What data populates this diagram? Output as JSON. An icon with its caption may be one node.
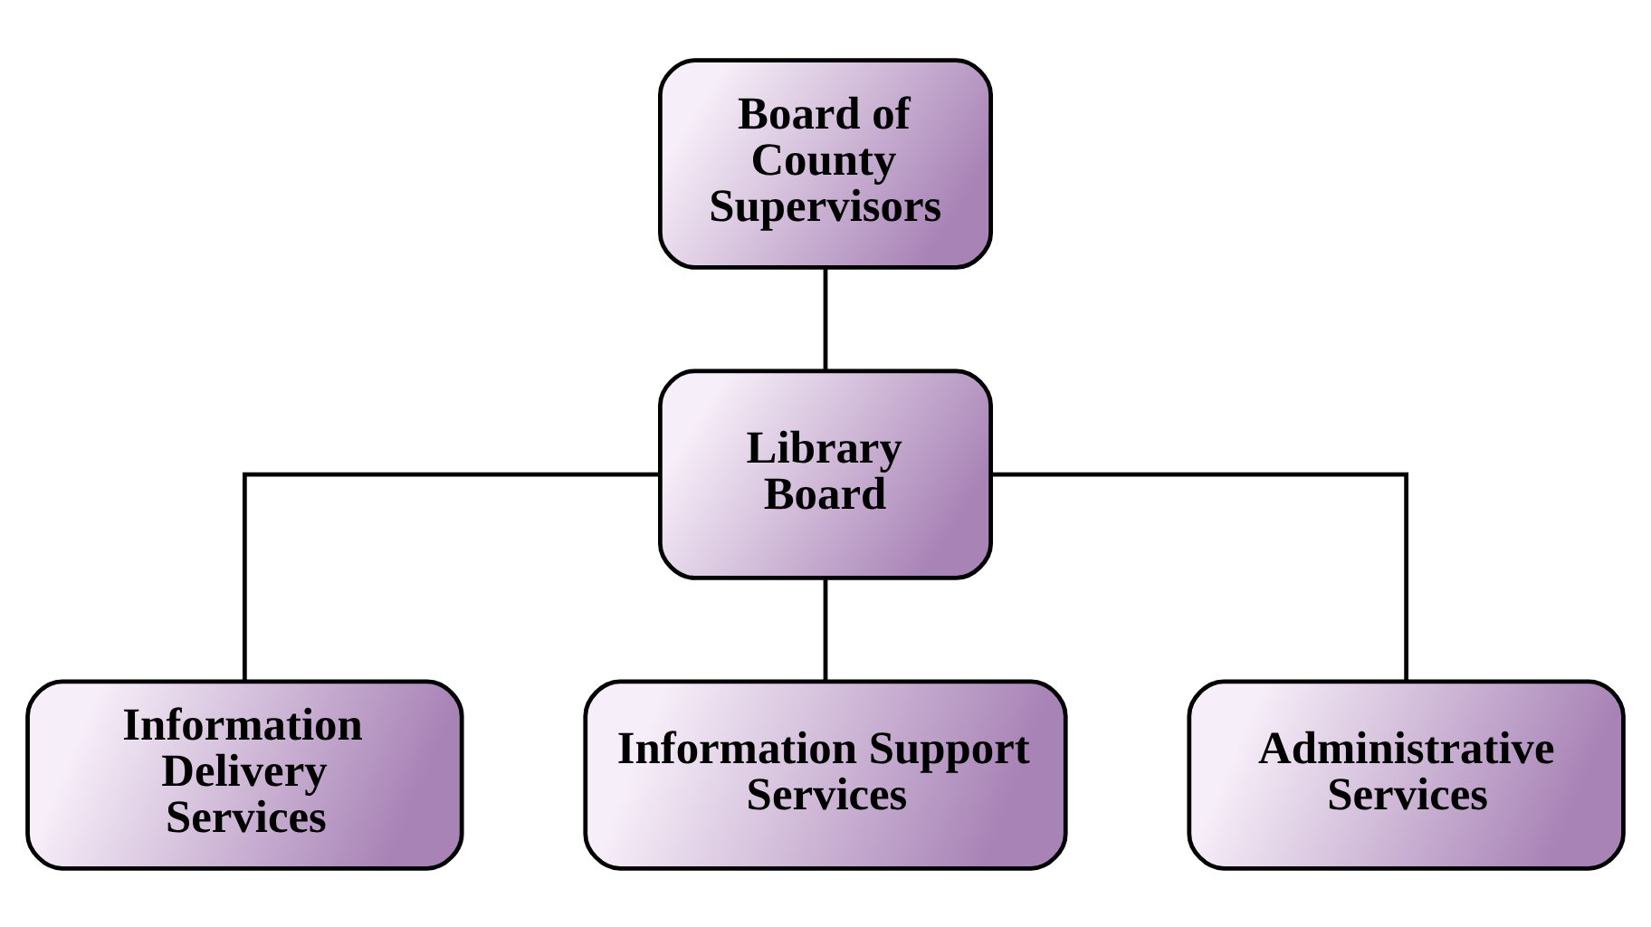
{
  "diagram": {
    "nodes": [
      {
        "text": [
          "Board of County Supervisors"
        ]
      },
      {
        "text": [
          "Library Board"
        ]
      },
      {
        "text": [
          "Information Delivery Services"
        ]
      },
      {
        "text": [
          "Information Support Services"
        ]
      },
      {
        "text": [
          "Administrative Services"
        ]
      }
    ],
    "edges": [
      {
        "from": 0,
        "to": 1,
        "arrow": "none"
      },
      {
        "from": 1,
        "to": 2,
        "arrow": "none"
      },
      {
        "from": 1,
        "to": 3,
        "arrow": "none"
      },
      {
        "from": 1,
        "to": 4,
        "arrow": "none"
      }
    ]
  }
}
